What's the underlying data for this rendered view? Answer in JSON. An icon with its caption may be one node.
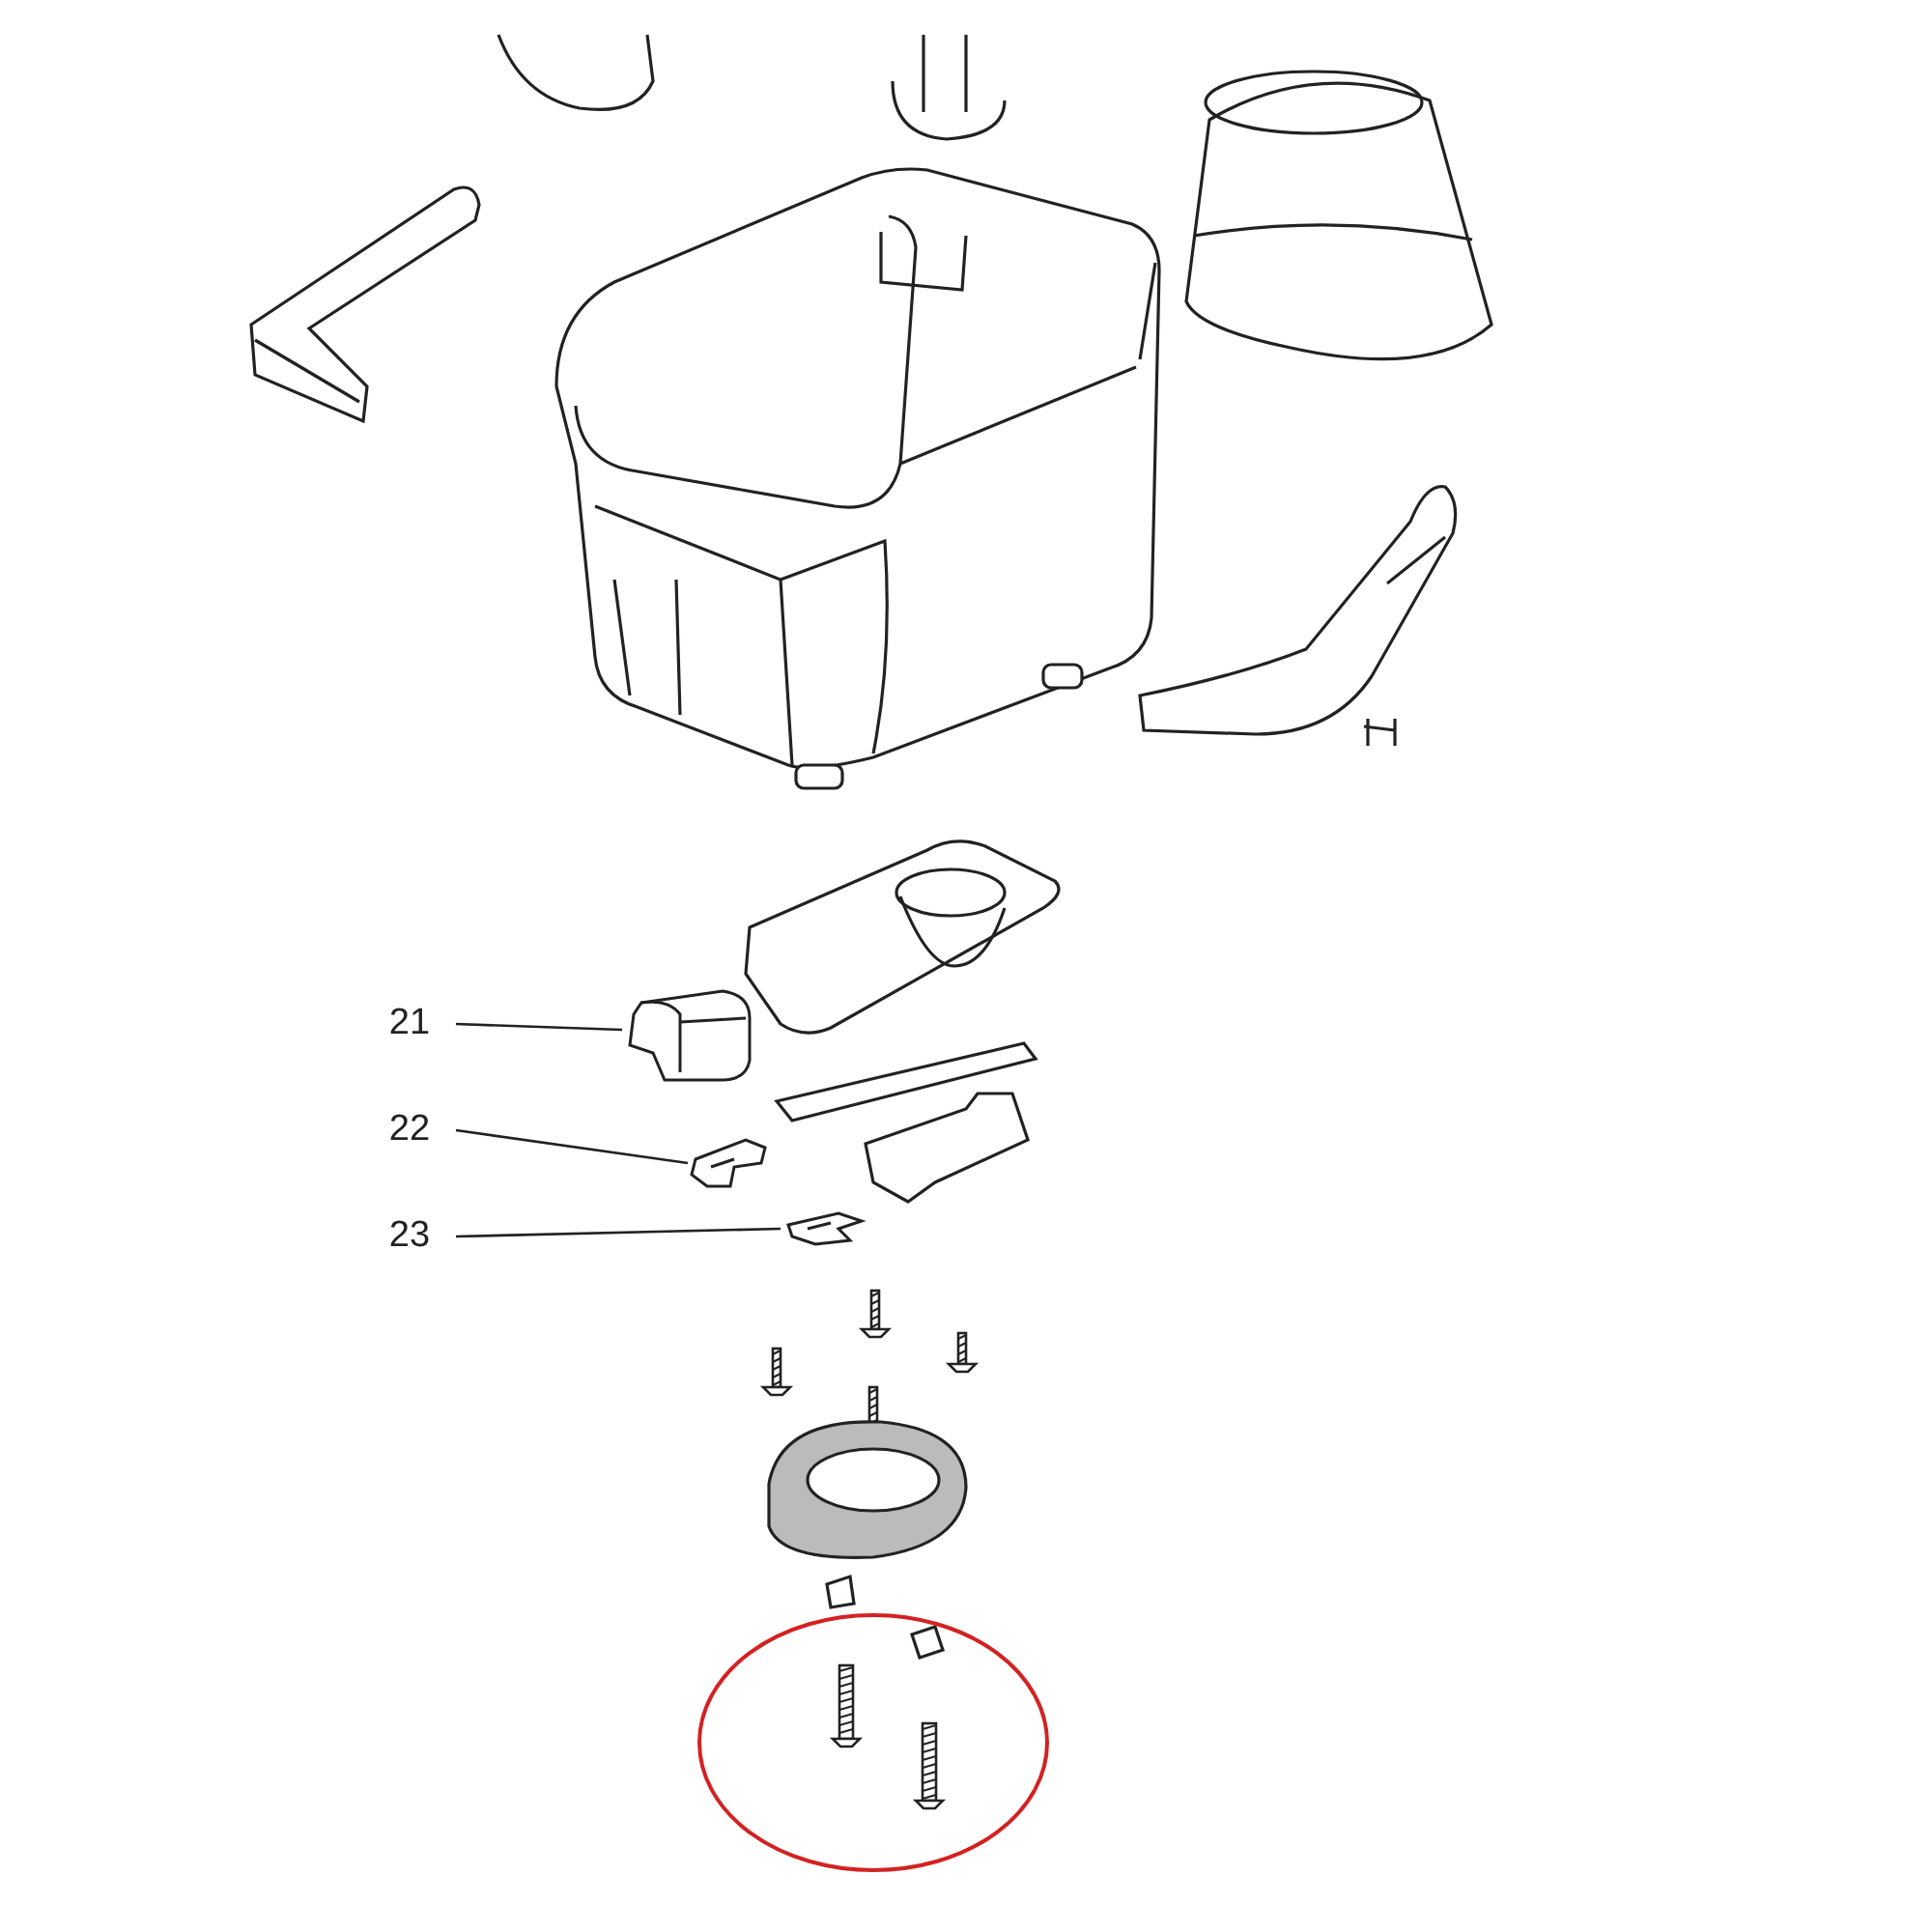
{
  "diagram": {
    "nodes": [
      {
        "text": [
          "21"
        ]
      },
      {
        "text": [],
        "shape": "picture"
      },
      {
        "text": [
          "22"
        ]
      },
      {
        "text": [],
        "shape": "picture"
      },
      {
        "text": [
          "23"
        ]
      },
      {
        "text": [],
        "shape": "picture"
      }
    ],
    "edges": [
      {
        "from": 0,
        "to": 1,
        "arrow": "none"
      },
      {
        "from": 2,
        "to": 3,
        "arrow": "none"
      },
      {
        "from": 4,
        "to": 5,
        "arrow": "none"
      }
    ]
  }
}
